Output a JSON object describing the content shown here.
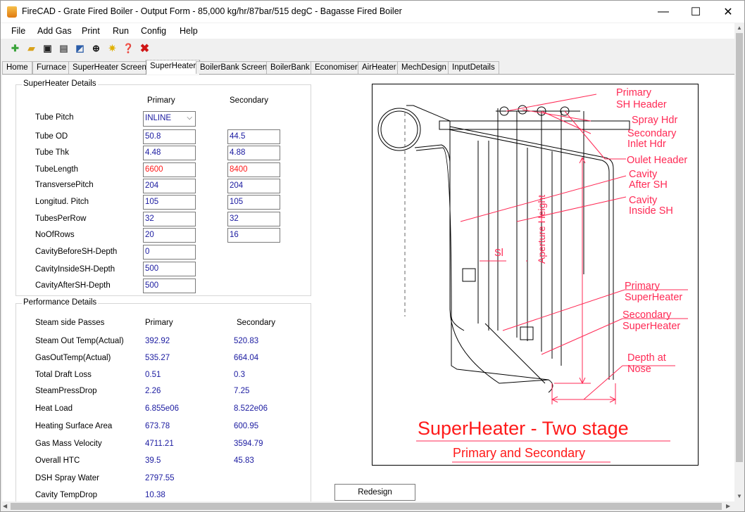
{
  "window": {
    "title": "FireCAD - Grate Fired Boiler - Output Form - 85,000 kg/hr/87bar/515 degC - Bagasse Fired Boiler"
  },
  "menu": [
    "File",
    "Add Gas",
    "Print",
    "Run",
    "Config",
    "Help"
  ],
  "tabs": [
    "Home",
    "Furnace",
    "SuperHeater Screen",
    "SuperHeater",
    "BoilerBank Screen",
    "BoilerBank",
    "Economiser",
    "AirHeater",
    "MechDesign",
    "InputDetails"
  ],
  "sh_details": {
    "title": "SuperHeater Details",
    "col_primary": "Primary",
    "col_secondary": "Secondary",
    "tube_pitch_label": "Tube Pitch",
    "tube_pitch_value": "INLINE",
    "rows": [
      {
        "label": "Tube OD",
        "primary": "50.8",
        "secondary": "44.5"
      },
      {
        "label": "Tube Thk",
        "primary": "4.48",
        "secondary": "4.88"
      },
      {
        "label": "TubeLength",
        "primary": "6600",
        "secondary": "8400"
      },
      {
        "label": "TransversePitch",
        "primary": "204",
        "secondary": "204"
      },
      {
        "label": "Longitud. Pitch",
        "primary": "105",
        "secondary": "105"
      },
      {
        "label": "TubesPerRow",
        "primary": "32",
        "secondary": "32"
      },
      {
        "label": "NoOfRows",
        "primary": "20",
        "secondary": "16"
      }
    ],
    "cavity_rows": [
      {
        "label": "CavityBeforeSH-Depth",
        "value": "0"
      },
      {
        "label": "CavityInsideSH-Depth",
        "value": "500"
      },
      {
        "label": "CavityAfterSH-Depth",
        "value": "500"
      }
    ]
  },
  "performance": {
    "title": "Performance Details",
    "header_label": "Steam side Passes",
    "col_primary": "Primary",
    "col_secondary": "Secondary",
    "rows": [
      {
        "label": "Steam Out Temp(Actual)",
        "primary": "392.92",
        "secondary": "520.83"
      },
      {
        "label": "GasOutTemp(Actual)",
        "primary": "535.27",
        "secondary": "664.04"
      },
      {
        "label": "Total Draft Loss",
        "primary": "0.51",
        "secondary": "0.3"
      },
      {
        "label": "SteamPressDrop",
        "primary": "2.26",
        "secondary": "7.25"
      },
      {
        "label": "Heat Load",
        "primary": "6.855e06",
        "secondary": "8.522e06"
      },
      {
        "label": "Heating Surface Area",
        "primary": "673.78",
        "secondary": "600.95"
      },
      {
        "label": "Gas Mass Velocity",
        "primary": "4711.21",
        "secondary": "3594.79"
      },
      {
        "label": "Overall HTC",
        "primary": "39.5",
        "secondary": "45.83"
      },
      {
        "label": "DSH Spray Water",
        "primary": "2797.55",
        "secondary": ""
      },
      {
        "label": "Cavity TempDrop",
        "primary": "10.38",
        "secondary": ""
      }
    ]
  },
  "drawing": {
    "labels": {
      "primary_sh_header_1": "Primary",
      "primary_sh_header_2": "SH Header",
      "spray_hdr": "Spray Hdr",
      "secondary_inlet_1": "Secondary",
      "secondary_inlet_2": "Inlet Hdr",
      "outlet_header": "Oulet Header",
      "cavity_after_1": "Cavity",
      "cavity_after_2": "After SH",
      "cavity_inside_1": "Cavity",
      "cavity_inside_2": "Inside SH",
      "sl": "Sl",
      "aperture_height": "Aperture Height",
      "primary_superheater_1": "Primary",
      "primary_superheater_2": "SuperHeater",
      "secondary_superheater_1": "Secondary",
      "secondary_superheater_2": "SuperHeater",
      "depth_nose_1": "Depth at",
      "depth_nose_2": "Nose",
      "main_title": "SuperHeater - Two stage",
      "sub_title": "Primary and Secondary"
    },
    "line_color": "#ff2a55"
  },
  "redesign_label": "Redesign"
}
